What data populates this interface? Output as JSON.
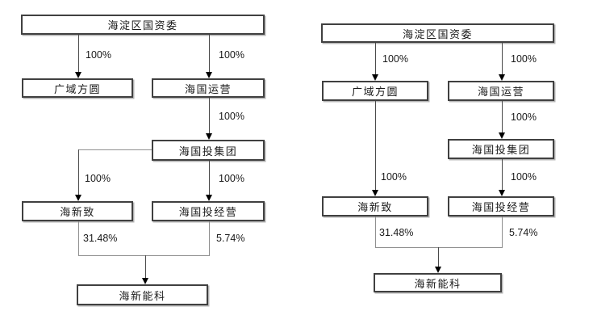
{
  "colors": {
    "background": "#ffffff",
    "box_border": "#404040",
    "box_shadow": "#b4b4b4",
    "connector": "#4a4a4a",
    "connector_light": "#8f8f8f",
    "arrowhead": "#000000",
    "label_text": "#1a1a1a"
  },
  "charts": {
    "left": {
      "nodes": {
        "sasac": "海淀区国资委",
        "guangyu_fangyuan": "广域方圆",
        "haiguo_yunying": "海国运营",
        "haiguotou_jituan": "海国投集团",
        "haixinzhi": "海新致",
        "haiguotou_jingying": "海国投经营",
        "haixin_nengke": "海新能科"
      },
      "edge_labels": {
        "sasac_to_guangyu": "100%",
        "sasac_to_yunying": "100%",
        "yunying_to_jituan": "100%",
        "jituan_to_haixinzhi": "100%",
        "jituan_to_jingying": "100%",
        "haixinzhi_to_nengke": "31.48%",
        "jingying_to_nengke": "5.74%"
      }
    },
    "right": {
      "nodes": {
        "sasac": "海淀区国资委",
        "guangyu_fangyuan": "广域方圆",
        "haiguo_yunying": "海国运营",
        "haiguotou_jituan": "海国投集团",
        "haixinzhi": "海新致",
        "haiguotou_jingying": "海国投经营",
        "haixin_nengke": "海新能科"
      },
      "edge_labels": {
        "sasac_to_guangyu": "100%",
        "sasac_to_yunying": "100%",
        "yunying_to_jituan": "100%",
        "guangyu_to_haixinzhi": "100%",
        "jituan_to_jingying": "100%",
        "haixinzhi_to_nengke": "31.48%",
        "jingying_to_nengke": "5.74%"
      }
    }
  }
}
